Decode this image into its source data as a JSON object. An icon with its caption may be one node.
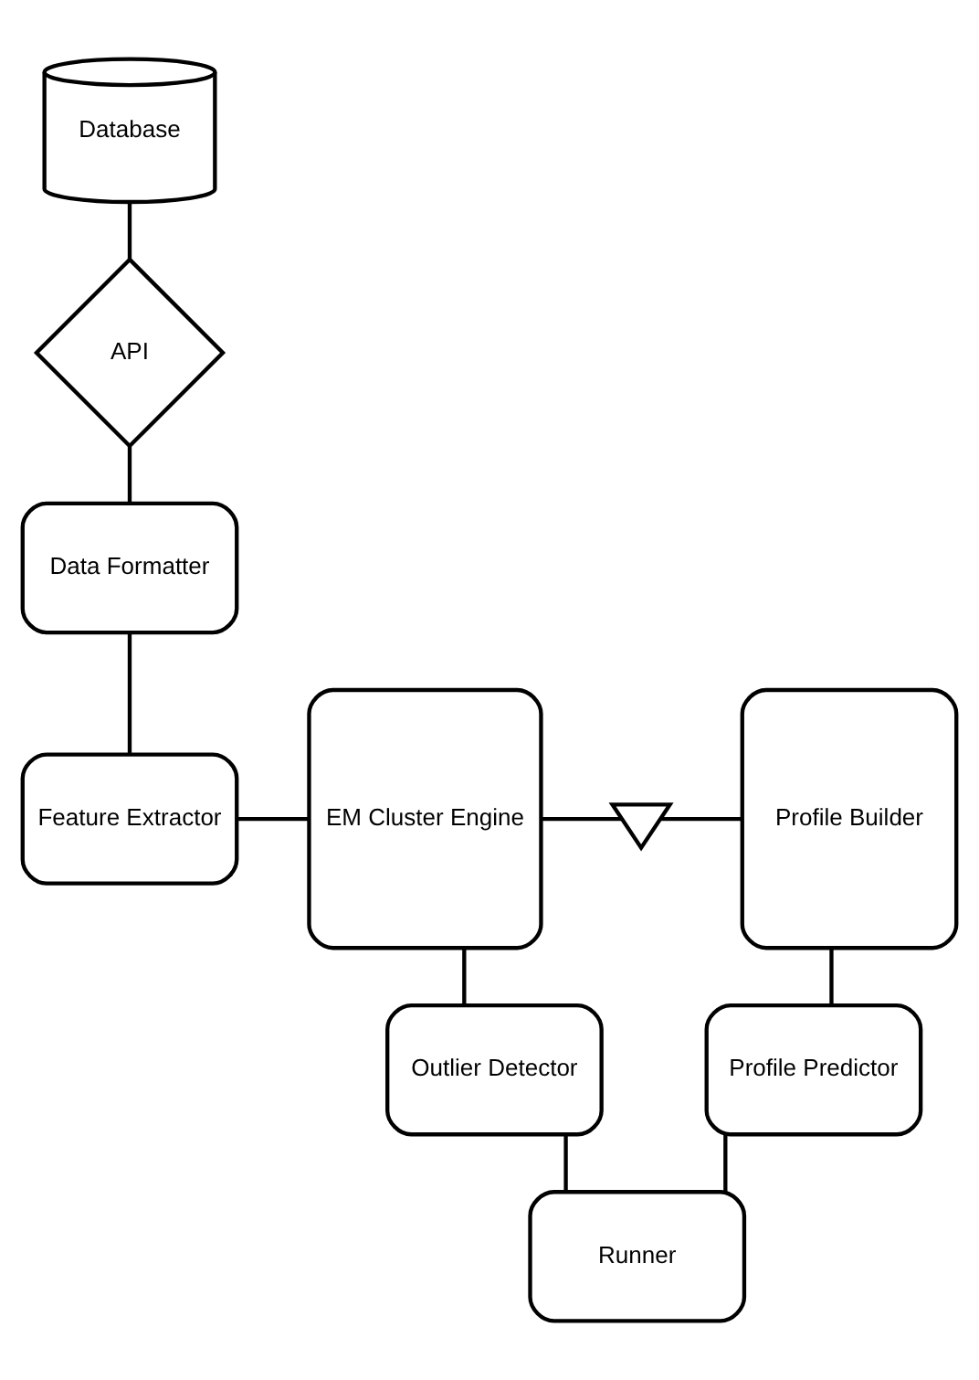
{
  "diagram": {
    "nodes": [
      {
        "text": [
          "Database"
        ]
      },
      {
        "text": [
          "API"
        ]
      },
      {
        "text": [
          "Data Formatter"
        ]
      },
      {
        "text": [
          "Feature Extractor"
        ]
      },
      {
        "text": [
          "EM Cluster Engine"
        ]
      },
      {
        "text": [],
        "shape": "valve"
      },
      {
        "text": [
          "Profile Builder"
        ]
      },
      {
        "text": [
          "Outlier Detector"
        ]
      },
      {
        "text": [
          "Profile Predictor"
        ]
      },
      {
        "text": [
          "Runner"
        ]
      }
    ],
    "edges": [
      {
        "from": 0,
        "to": 1,
        "arrow": "none"
      },
      {
        "from": 1,
        "to": 2,
        "arrow": "none"
      },
      {
        "from": 2,
        "to": 3,
        "arrow": "none"
      },
      {
        "from": 3,
        "to": 4,
        "arrow": "none"
      },
      {
        "from": 4,
        "to": 5,
        "arrow": "none"
      },
      {
        "from": 5,
        "to": 6,
        "arrow": "none"
      },
      {
        "from": 4,
        "to": 7,
        "arrow": "none"
      },
      {
        "from": 6,
        "to": 8,
        "arrow": "none"
      },
      {
        "from": 7,
        "to": 9,
        "arrow": "none"
      },
      {
        "from": 8,
        "to": 9,
        "arrow": "none"
      }
    ]
  }
}
